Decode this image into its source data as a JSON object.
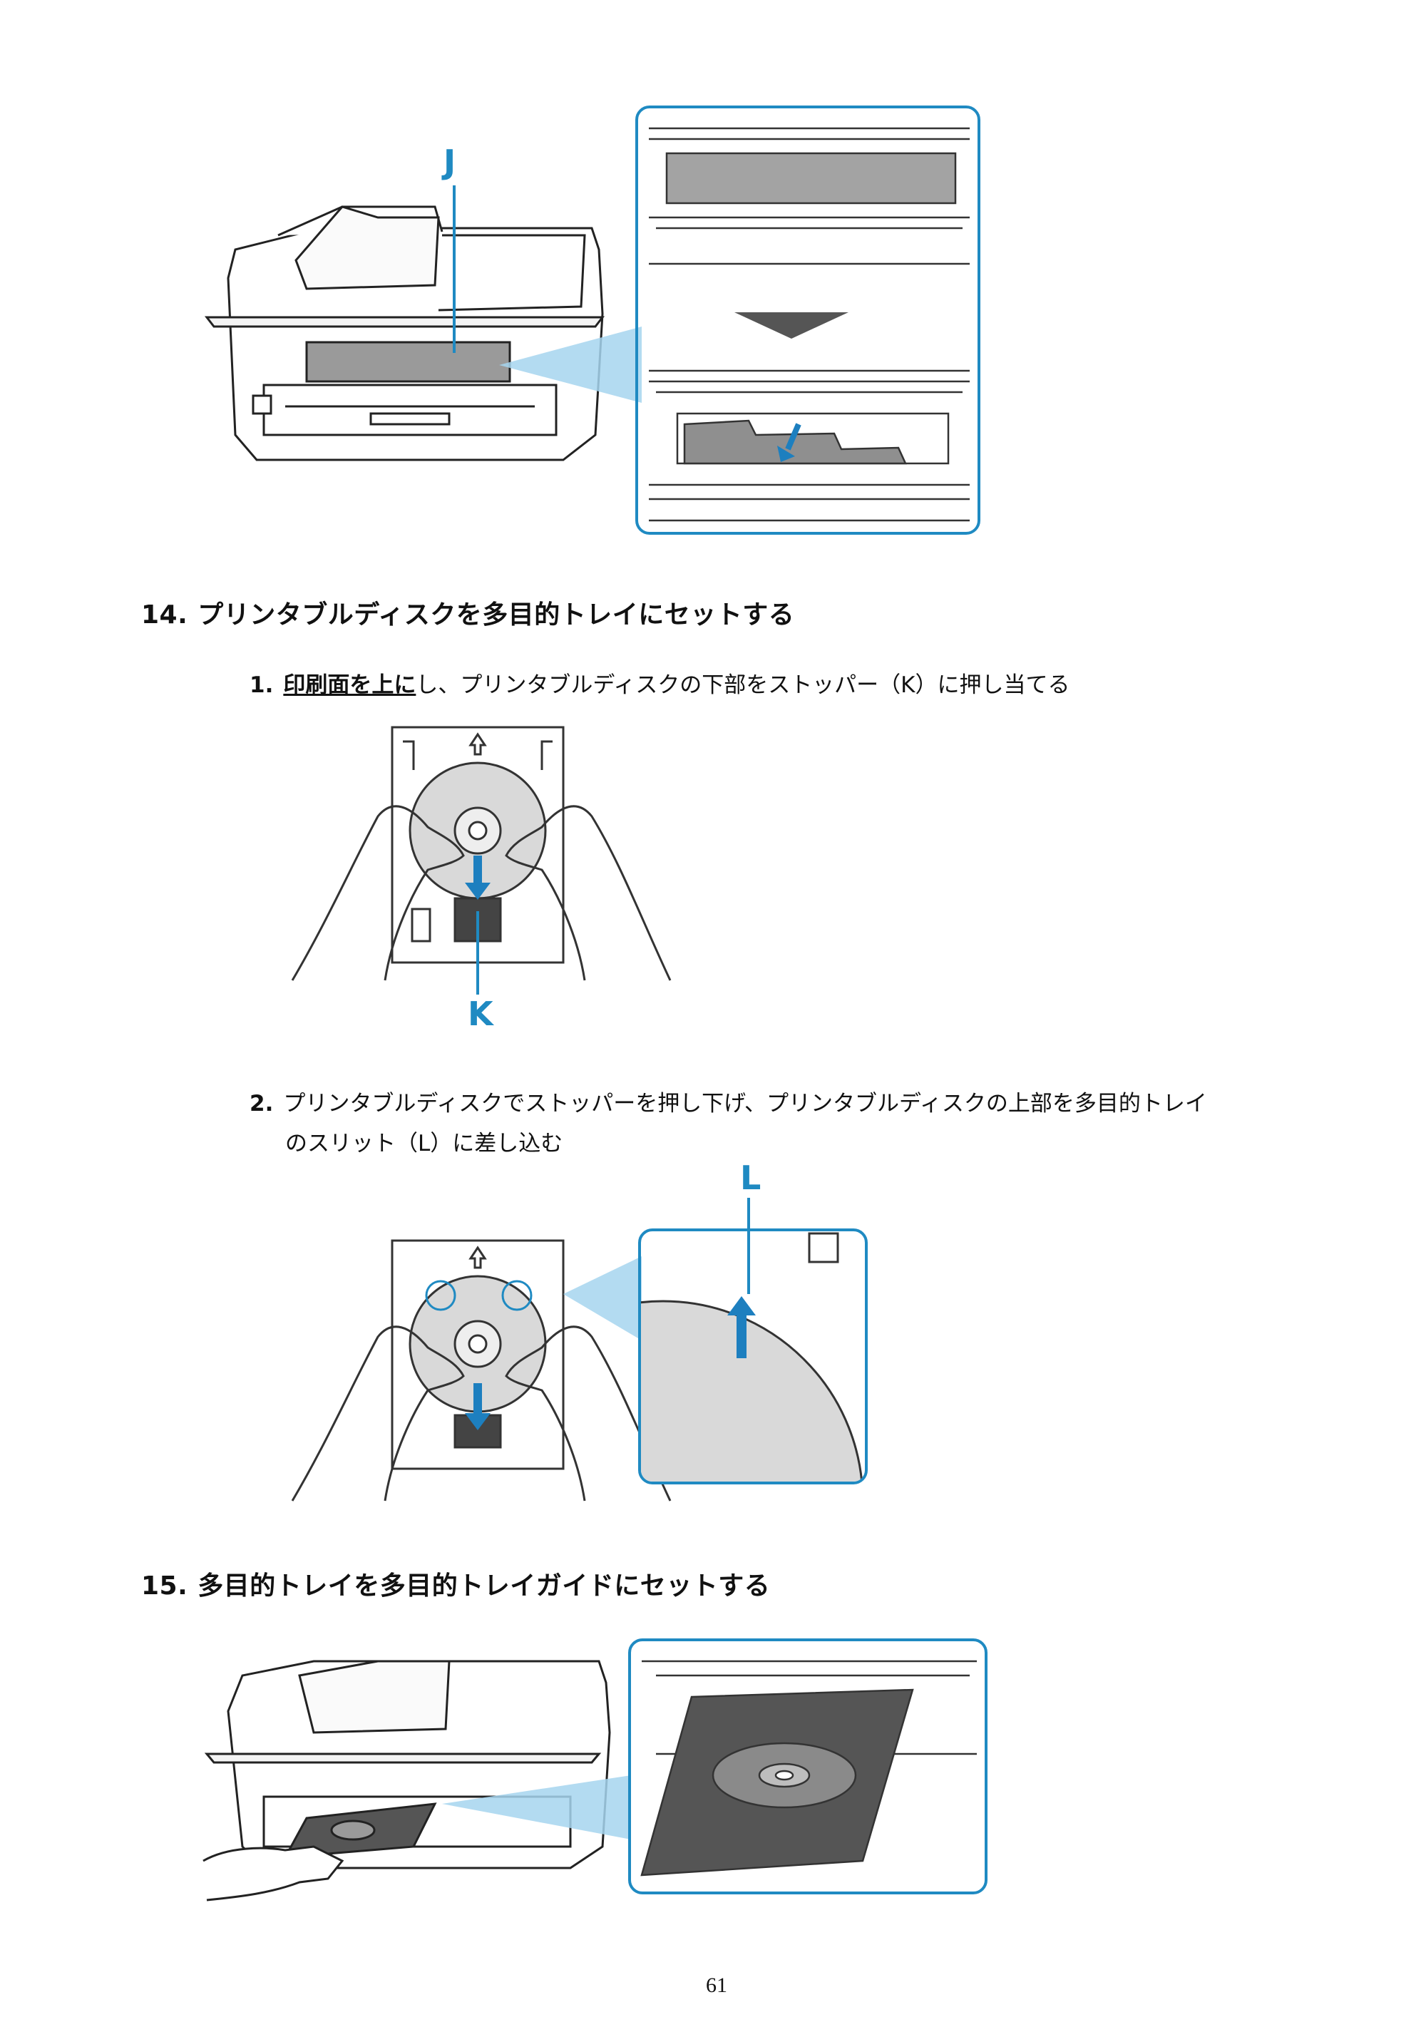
{
  "figures": {
    "printer_front": {
      "label": "J"
    },
    "disc_tray_stopper": {
      "label": "K"
    },
    "disc_slit": {
      "label": "L"
    }
  },
  "steps": [
    {
      "number": "14.",
      "title": "プリンタブルディスクを多目的トレイにセットする",
      "substeps": [
        {
          "number": "1.",
          "emphasis": "印刷面を上に",
          "text": "し、プリンタブルディスクの下部をストッパー（K）に押し当てる"
        },
        {
          "number": "2.",
          "line1": "プリンタブルディスクでストッパーを押し下げ、プリンタブルディスクの上部を多目的トレイ",
          "line2": "のスリット（L）に差し込む"
        }
      ]
    },
    {
      "number": "15.",
      "title": "多目的トレイを多目的トレイガイドにセットする"
    }
  ],
  "page_number": "61",
  "colors": {
    "callout": "#1f8ac2",
    "arrow": "#1d7fbf",
    "line": "#222222",
    "tray": "#555555"
  }
}
